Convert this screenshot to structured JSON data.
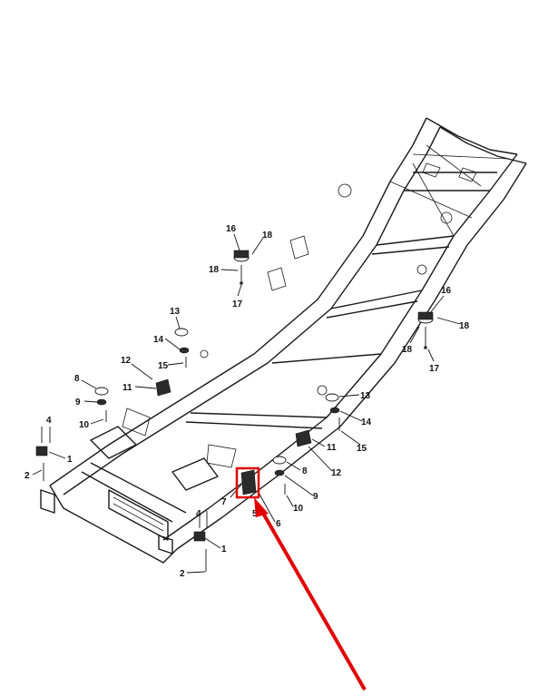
{
  "diagram": {
    "callouts": [
      "16",
      "18",
      "18",
      "17",
      "16",
      "18",
      "18",
      "17",
      "13",
      "14",
      "15",
      "12",
      "11",
      "8",
      "9",
      "10",
      "4",
      "1",
      "2",
      "7",
      "5",
      "6",
      "13",
      "14",
      "15",
      "11",
      "12",
      "8",
      "9",
      "10",
      "4",
      "1",
      "2"
    ],
    "highlight_color": "#e00000",
    "arrow_color": "#e00000",
    "line_color": "#1a1a1a"
  }
}
